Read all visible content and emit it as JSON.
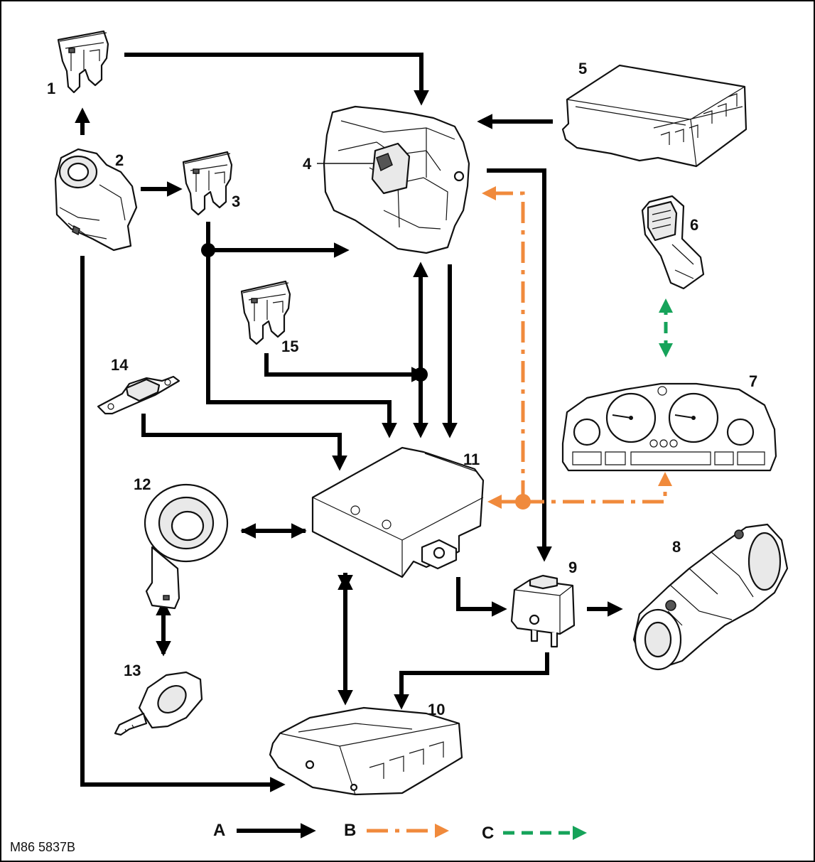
{
  "figure_code": "M86 5837B",
  "components": [
    {
      "id": "1",
      "label": "1",
      "icon": "fuse-icon"
    },
    {
      "id": "2",
      "label": "2",
      "icon": "ignition-switch-icon"
    },
    {
      "id": "3",
      "label": "3",
      "icon": "fuse-icon"
    },
    {
      "id": "4",
      "label": "4",
      "icon": "steering-lock-icon"
    },
    {
      "id": "5",
      "label": "5",
      "icon": "control-module-icon"
    },
    {
      "id": "6",
      "label": "6",
      "icon": "connector-icon"
    },
    {
      "id": "7",
      "label": "7",
      "icon": "instrument-cluster-icon"
    },
    {
      "id": "8",
      "label": "8",
      "icon": "starter-motor-icon"
    },
    {
      "id": "9",
      "label": "9",
      "icon": "relay-icon"
    },
    {
      "id": "10",
      "label": "10",
      "icon": "engine-control-module-icon"
    },
    {
      "id": "11",
      "label": "11",
      "icon": "immobiliser-module-icon"
    },
    {
      "id": "12",
      "label": "12",
      "icon": "transponder-coil-icon"
    },
    {
      "id": "13",
      "label": "13",
      "icon": "key-icon"
    },
    {
      "id": "14",
      "label": "14",
      "icon": "link-fuse-icon"
    },
    {
      "id": "15",
      "label": "15",
      "icon": "fuse-icon"
    }
  ],
  "legend": [
    {
      "key": "A",
      "color": "#000000",
      "style": "solid"
    },
    {
      "key": "B",
      "color": "#f08a3c",
      "style": "dash-dot"
    },
    {
      "key": "C",
      "color": "#16a35a",
      "style": "dashed"
    }
  ],
  "colors": {
    "line_a": "#000000",
    "line_b": "#f08a3c",
    "line_c": "#16a35a"
  }
}
